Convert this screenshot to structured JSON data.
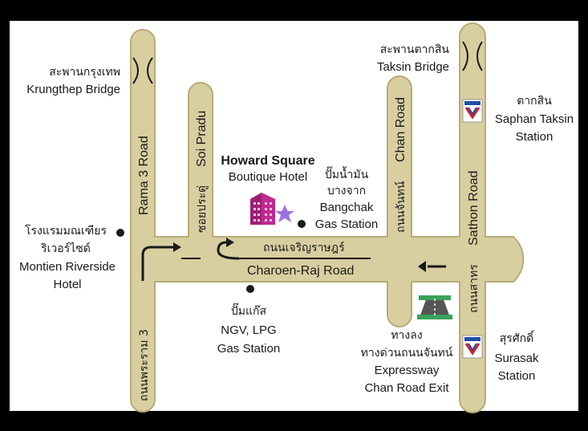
{
  "colors": {
    "frame": "#000000",
    "background": "#ffffff",
    "road_fill": "#d8cfa0",
    "road_stroke": "#b7ab77",
    "hotel_icon": "#c0288e",
    "star": "#a070e0",
    "expressway_green": "#3aa35a",
    "bts_red": "#d4202a",
    "bts_blue": "#1e4ea8"
  },
  "labels": {
    "krungthep_th": "สะพานกรุงเทพ",
    "krungthep_en": "Krungthep Bridge",
    "taksin_bridge_th": "สะพานตากสิน",
    "taksin_bridge_en": "Taksin Bridge",
    "saphan_taksin_th": "ตากสิน",
    "saphan_taksin_en1": "Saphan Taksin",
    "saphan_taksin_en2": "Station",
    "surasak_th": "สุรศักดิ์",
    "surasak_en1": "Surasak",
    "surasak_en2": "Station",
    "montien_th1": "โรงแรมมณเฑียร",
    "montien_th2": "ริเวอร์ไซด์",
    "montien_en1": "Montien Riverside",
    "montien_en2": "Hotel",
    "howard_title": "Howard Square",
    "howard_sub": "Boutique Hotel",
    "bangchak_th1": "ปั๊มน้ำมัน",
    "bangchak_th2": "บางจาก",
    "bangchak_en1": "Bangchak",
    "bangchak_en2": "Gas Station",
    "ngv_th": "ปั๊มแก๊ส",
    "ngv_en1": "NGV, LPG",
    "ngv_en2": "Gas Station",
    "exit_th1": "ทางลง",
    "exit_th2": "ทางด่วนถนนจันทน์",
    "exit_en1": "Expressway",
    "exit_en2": "Chan Road Exit"
  },
  "roads": {
    "rama3_en": "Rama 3 Road",
    "rama3_th": "ถนนพระราม 3",
    "soi_pradu_en": "Soi Pradu",
    "soi_pradu_th": "ซอยประดู่",
    "chan_en": "Chan Road",
    "chan_th": "ถนนจันทน์",
    "sathon_en": "Sathon Road",
    "sathon_th": "ถนนสาทร",
    "charoen_th": "ถนนเจริญราษฎร์",
    "charoen_en": "Charoen-Raj Road"
  },
  "icons": {
    "hotel": "hotel-building-icon",
    "star": "star-icon",
    "bts": "bts-station-icon",
    "expressway": "expressway-icon",
    "bridge": "bridge-icon",
    "gas": "gas-station-dot-icon"
  }
}
